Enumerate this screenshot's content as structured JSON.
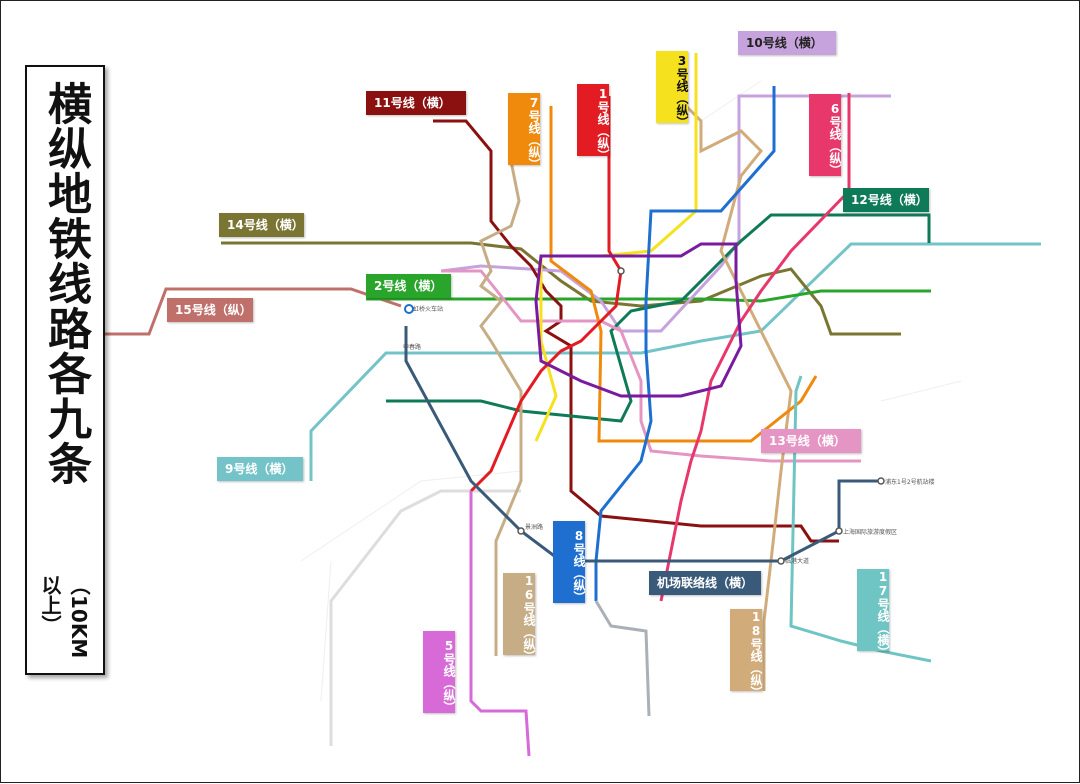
{
  "title": {
    "main": "横纵地铁线路各九条",
    "sub": "（10KM以上）"
  },
  "lines": [
    {
      "id": "l1",
      "label": "1号线（纵）",
      "color": "#e31b23",
      "orientation": "vertical"
    },
    {
      "id": "l2",
      "label": "2号线（横）",
      "color": "#2aa52c",
      "orientation": "horizontal"
    },
    {
      "id": "l3",
      "label": "3号线（纵）",
      "color": "#f5e11e",
      "orientation": "vertical"
    },
    {
      "id": "l5",
      "label": "5号线（纵）",
      "color": "#d86ad8",
      "orientation": "vertical"
    },
    {
      "id": "l6",
      "label": "6号线（纵）",
      "color": "#e8376a",
      "orientation": "vertical"
    },
    {
      "id": "l7",
      "label": "7号线（纵）",
      "color": "#f08a0c",
      "orientation": "vertical"
    },
    {
      "id": "l8",
      "label": "8号线（纵）",
      "color": "#1e6fd0",
      "orientation": "vertical"
    },
    {
      "id": "l9",
      "label": "9号线（横）",
      "color": "#74c3c8",
      "orientation": "horizontal"
    },
    {
      "id": "l10",
      "label": "10号线（横）",
      "color": "#c6a3dc",
      "orientation": "horizontal"
    },
    {
      "id": "l11",
      "label": "11号线（横）",
      "color": "#8b1010",
      "orientation": "horizontal"
    },
    {
      "id": "l12",
      "label": "12号线（横）",
      "color": "#0e7a58",
      "orientation": "horizontal"
    },
    {
      "id": "l13",
      "label": "13号线（横）",
      "color": "#e495c4",
      "orientation": "horizontal"
    },
    {
      "id": "l14",
      "label": "14号线（横）",
      "color": "#7a7533",
      "orientation": "horizontal"
    },
    {
      "id": "l15",
      "label": "15号线（纵）",
      "color": "#c7ad86",
      "orientation": "vertical"
    },
    {
      "id": "l16",
      "label": "16号线（纵）",
      "color": "#6fc4c4",
      "orientation": "vertical"
    },
    {
      "id": "l17",
      "label": "17号线（横）",
      "color": "#c0706a",
      "orientation": "horizontal"
    },
    {
      "id": "l18",
      "label": "18号线（纵）",
      "color": "#d2ab7a",
      "orientation": "vertical"
    },
    {
      "id": "airport",
      "label": "机场联络线（横）",
      "color": "#3a5a7a",
      "orientation": "horizontal"
    }
  ],
  "stations": [
    {
      "name": "虹桥火车站"
    },
    {
      "name": "申春路"
    },
    {
      "name": "景洲路"
    },
    {
      "name": "上海国际旅游度假区"
    },
    {
      "name": "浦东1号2号航站楼"
    },
    {
      "name": "临港大道"
    }
  ]
}
